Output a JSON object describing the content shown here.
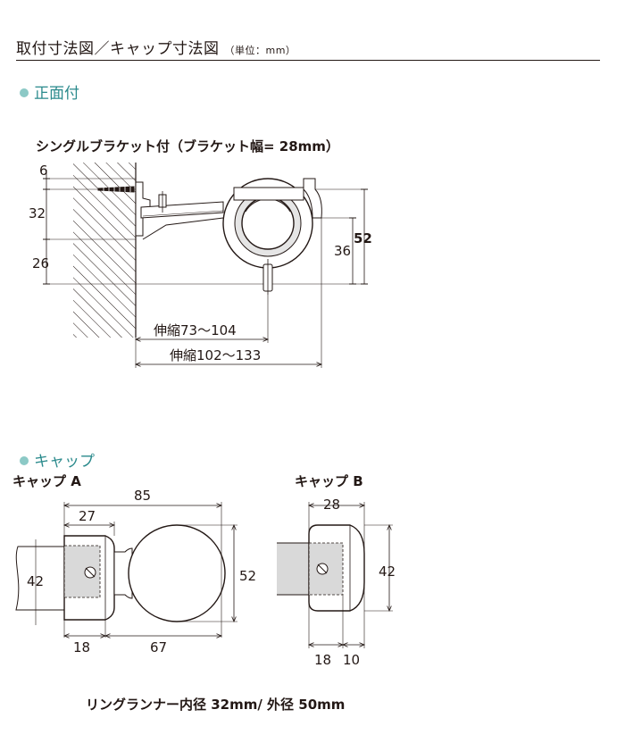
{
  "header": {
    "title": "取付寸法図／キャップ寸法図",
    "unit": "（単位：mm）"
  },
  "front": {
    "section_label": "正面付",
    "subtitle": "シングルブラケット付（ブラケット幅= 28mm）",
    "dims": {
      "d6": "6",
      "d32": "32",
      "d26": "26",
      "d36": "36",
      "d52": "52",
      "ext1": "伸縮73～104",
      "ext2": "伸縮102～133"
    }
  },
  "cap": {
    "section_label": "キャップ",
    "a": {
      "label": "キャップ A",
      "dims": {
        "d85": "85",
        "d27": "27",
        "d42": "42",
        "d52": "52",
        "d18": "18",
        "d67": "67"
      }
    },
    "b": {
      "label": "キャップ B",
      "dims": {
        "d28": "28",
        "d42": "42",
        "d18": "18",
        "d10": "10"
      }
    }
  },
  "footer": "リングランナー内径 32mm/ 外径 50mm",
  "colors": {
    "accent": "#2a8a8c",
    "dot": "#8cc9c6",
    "ink": "#231815",
    "gray_fill": "#d9d9d9"
  }
}
